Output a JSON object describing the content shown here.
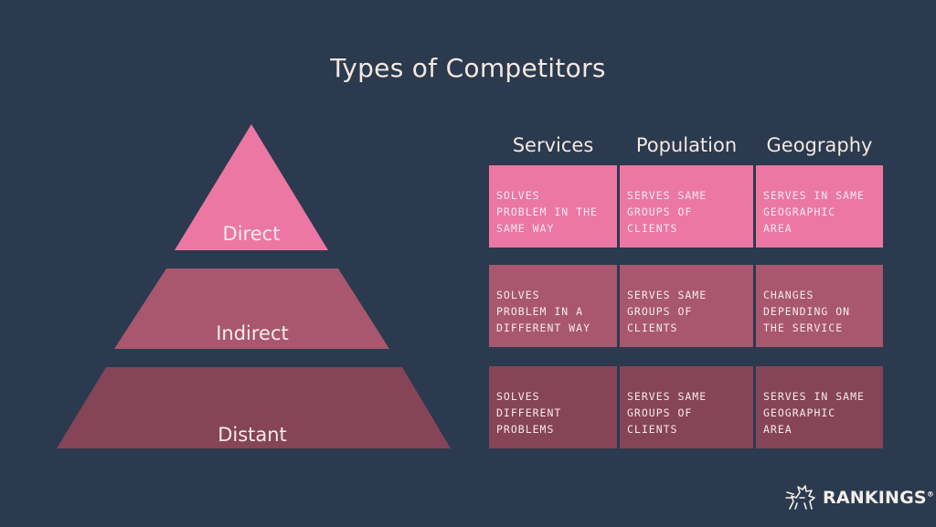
{
  "title": "Types of Competitors",
  "colors": {
    "background": "#2b3a4e",
    "direct": "#ec77a3",
    "indirect": "#a8576f",
    "distant": "#864458"
  },
  "tiers": [
    {
      "label": "Direct"
    },
    {
      "label": "Indirect"
    },
    {
      "label": "Distant"
    }
  ],
  "columns": [
    "Services",
    "Population",
    "Geography"
  ],
  "rows": [
    [
      "Solves\nproblem in the\nsame way",
      "Serves same\ngroups of\nclients",
      "Serves in same\ngeographic\narea"
    ],
    [
      "Solves\nproblem in a\ndifferent way",
      "Serves same\ngroups of\nclients",
      "Changes\ndepending on\nthe service"
    ],
    [
      "Solves\ndifferent\nproblems",
      "Serves same\ngroups of\nclients",
      "Serves in same\ngeographic\narea"
    ]
  ],
  "brand": {
    "name": "RANKINGS",
    "mark": "®",
    "icon": "griffin-logo-icon"
  }
}
